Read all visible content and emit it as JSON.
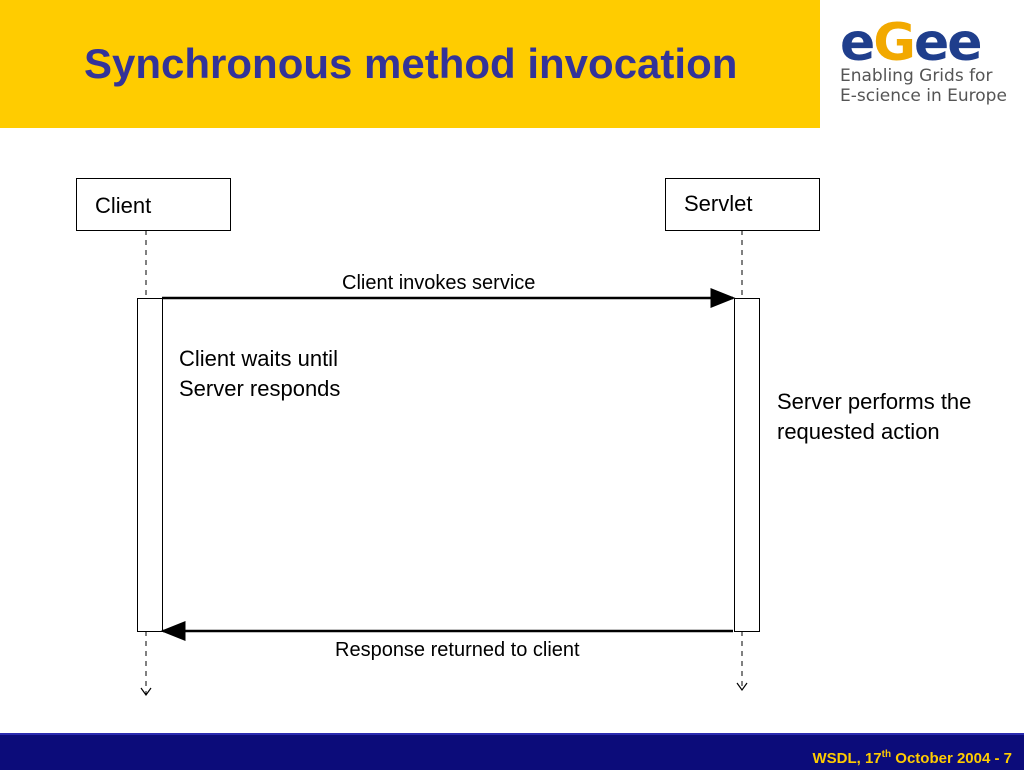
{
  "header": {
    "title": "Synchronous method invocation",
    "logo": {
      "mark": [
        "e",
        "G",
        "e",
        "e"
      ],
      "line1": "Enabling Grids for",
      "line2": "E-science in Europe"
    }
  },
  "diagram": {
    "lifelines": {
      "client": "Client",
      "servlet": "Servlet"
    },
    "messages": {
      "request": "Client invokes service",
      "response": "Response returned to client"
    },
    "notes": {
      "client_line1": "Client waits until",
      "client_line2": "Server responds",
      "server_line1": "Server performs the",
      "server_line2": "requested action"
    }
  },
  "footer": {
    "prefix": "WSDL, 17",
    "superscript": "th",
    "suffix": " October 2004  - 7"
  },
  "colors": {
    "header_band": "#FFCC00",
    "title": "#333399",
    "footer_band": "#0C0C7A",
    "footer_text": "#FFCC00"
  }
}
